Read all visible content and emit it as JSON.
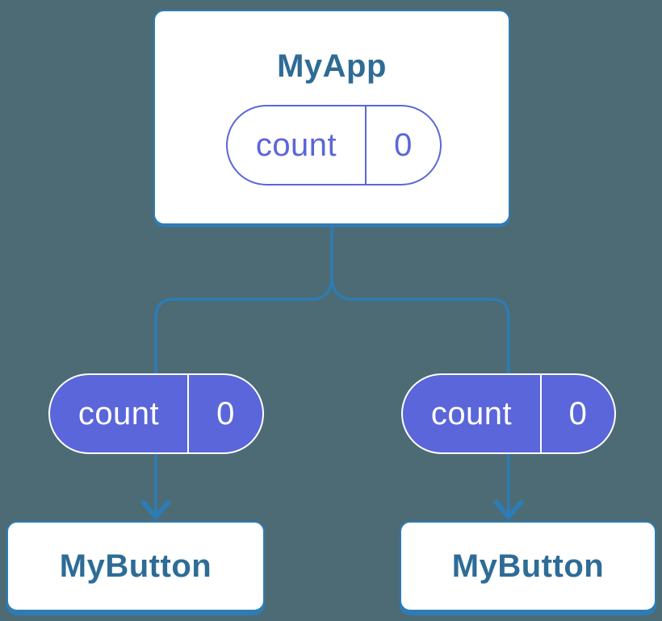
{
  "colors": {
    "background": "#4C6B74",
    "card_bg": "#FFFFFF",
    "card_border": "#2E7CB5",
    "connector": "#2E7CB5",
    "title_text": "#2E6C96",
    "state_purple": "#5A66D9",
    "state_text_light": "#FFFFFF"
  },
  "tree": {
    "root": {
      "name": "MyApp",
      "state": {
        "key": "count",
        "value": "0"
      }
    },
    "children": [
      {
        "name": "MyButton",
        "state": {
          "key": "count",
          "value": "0"
        }
      },
      {
        "name": "MyButton",
        "state": {
          "key": "count",
          "value": "0"
        }
      }
    ]
  }
}
